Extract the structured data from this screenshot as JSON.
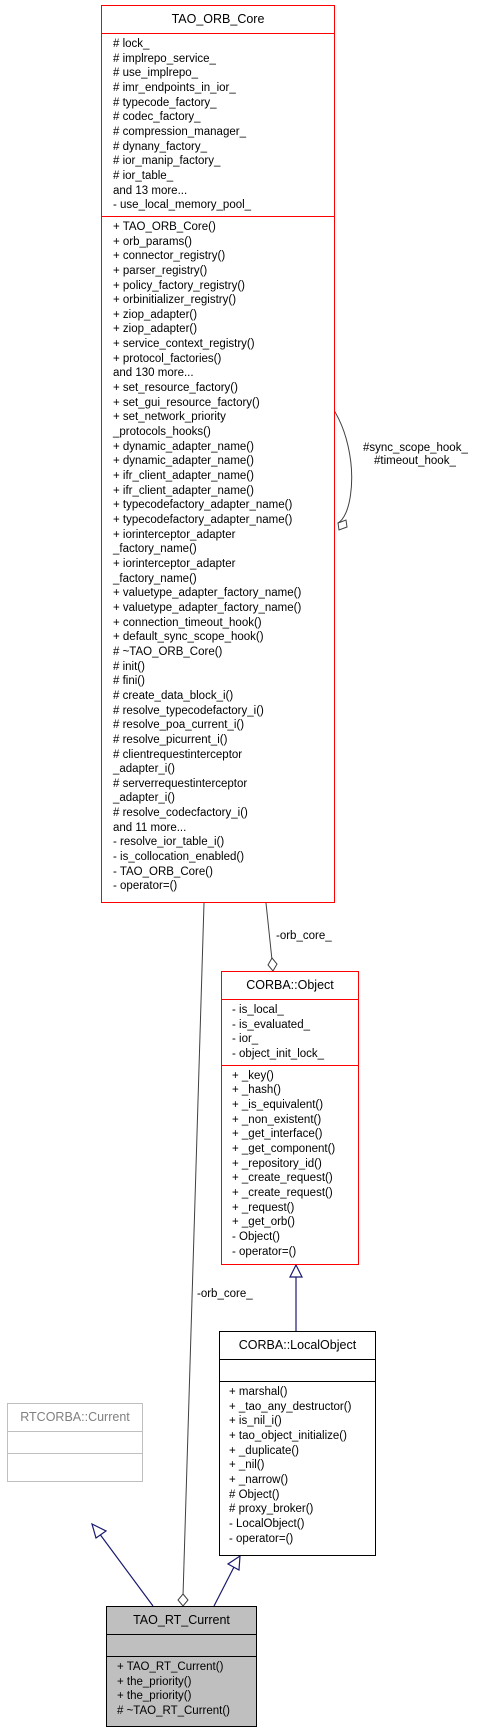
{
  "edges": {
    "orb_core_top": "-orb_core_",
    "orb_core_bottom": "-orb_core_",
    "self_assoc": [
      "#sync_scope_hook_",
      "#timeout_hook_"
    ]
  },
  "classes": {
    "tao_orb_core": {
      "name": "TAO_ORB_Core",
      "attributes": [
        "# lock_",
        "# implrepo_service_",
        "# use_implrepo_",
        "# imr_endpoints_in_ior_",
        "# typecode_factory_",
        "# codec_factory_",
        "# compression_manager_",
        "# dynany_factory_",
        "# ior_manip_factory_",
        "# ior_table_",
        "and 13 more...",
        "- use_local_memory_pool_"
      ],
      "methods": [
        "+ TAO_ORB_Core()",
        "+ orb_params()",
        "+ connector_registry()",
        "+ parser_registry()",
        "+ policy_factory_registry()",
        "+ orbinitializer_registry()",
        "+ ziop_adapter()",
        "+ ziop_adapter()",
        "+ service_context_registry()",
        "+ protocol_factories()",
        "and 130 more...",
        "+ set_resource_factory()",
        "+ set_gui_resource_factory()",
        "+ set_network_priority",
        "  _protocols_hooks()",
        "+ dynamic_adapter_name()",
        "+ dynamic_adapter_name()",
        "+ ifr_client_adapter_name()",
        "+ ifr_client_adapter_name()",
        "+ typecodefactory_adapter_name()",
        "+ typecodefactory_adapter_name()",
        "+ iorinterceptor_adapter",
        "  _factory_name()",
        "+ iorinterceptor_adapter",
        "  _factory_name()",
        "+ valuetype_adapter_factory_name()",
        "+ valuetype_adapter_factory_name()",
        "+ connection_timeout_hook()",
        "+ default_sync_scope_hook()",
        "# ~TAO_ORB_Core()",
        "# init()",
        "# fini()",
        "# create_data_block_i()",
        "# resolve_typecodefactory_i()",
        "# resolve_poa_current_i()",
        "# resolve_picurrent_i()",
        "# clientrequestinterceptor",
        "  _adapter_i()",
        "# serverrequestinterceptor",
        "  _adapter_i()",
        "# resolve_codecfactory_i()",
        "and 11 more...",
        "- resolve_ior_table_i()",
        "- is_collocation_enabled()",
        "- TAO_ORB_Core()",
        "- operator=()"
      ]
    },
    "corba_object": {
      "name": "CORBA::Object",
      "attributes": [
        "- is_local_",
        "- is_evaluated_",
        "- ior_",
        "- object_init_lock_"
      ],
      "methods": [
        "+ _key()",
        "+ _hash()",
        "+ _is_equivalent()",
        "+ _non_existent()",
        "+ _get_interface()",
        "+ _get_component()",
        "+ _repository_id()",
        "+ _create_request()",
        "+ _create_request()",
        "+ _request()",
        "+ _get_orb()",
        "- Object()",
        "- operator=()"
      ]
    },
    "corba_localobject": {
      "name": "CORBA::LocalObject",
      "attributes": [],
      "methods": [
        "+ marshal()",
        "+ _tao_any_destructor()",
        "+ is_nil_i()",
        "+ tao_object_initialize()",
        "+ _duplicate()",
        "+ _nil()",
        "+ _narrow()",
        "# Object()",
        "# proxy_broker()",
        "- LocalObject()",
        "- operator=()"
      ]
    },
    "rtcorba_current": {
      "name": "RTCORBA::Current",
      "attributes": [],
      "methods": []
    },
    "tao_rt_current": {
      "name": "TAO_RT_Current",
      "attributes": [],
      "methods": [
        "+ TAO_RT_Current()",
        "+ the_priority()",
        "+ the_priority()",
        "# ~TAO_RT_Current()"
      ]
    }
  }
}
